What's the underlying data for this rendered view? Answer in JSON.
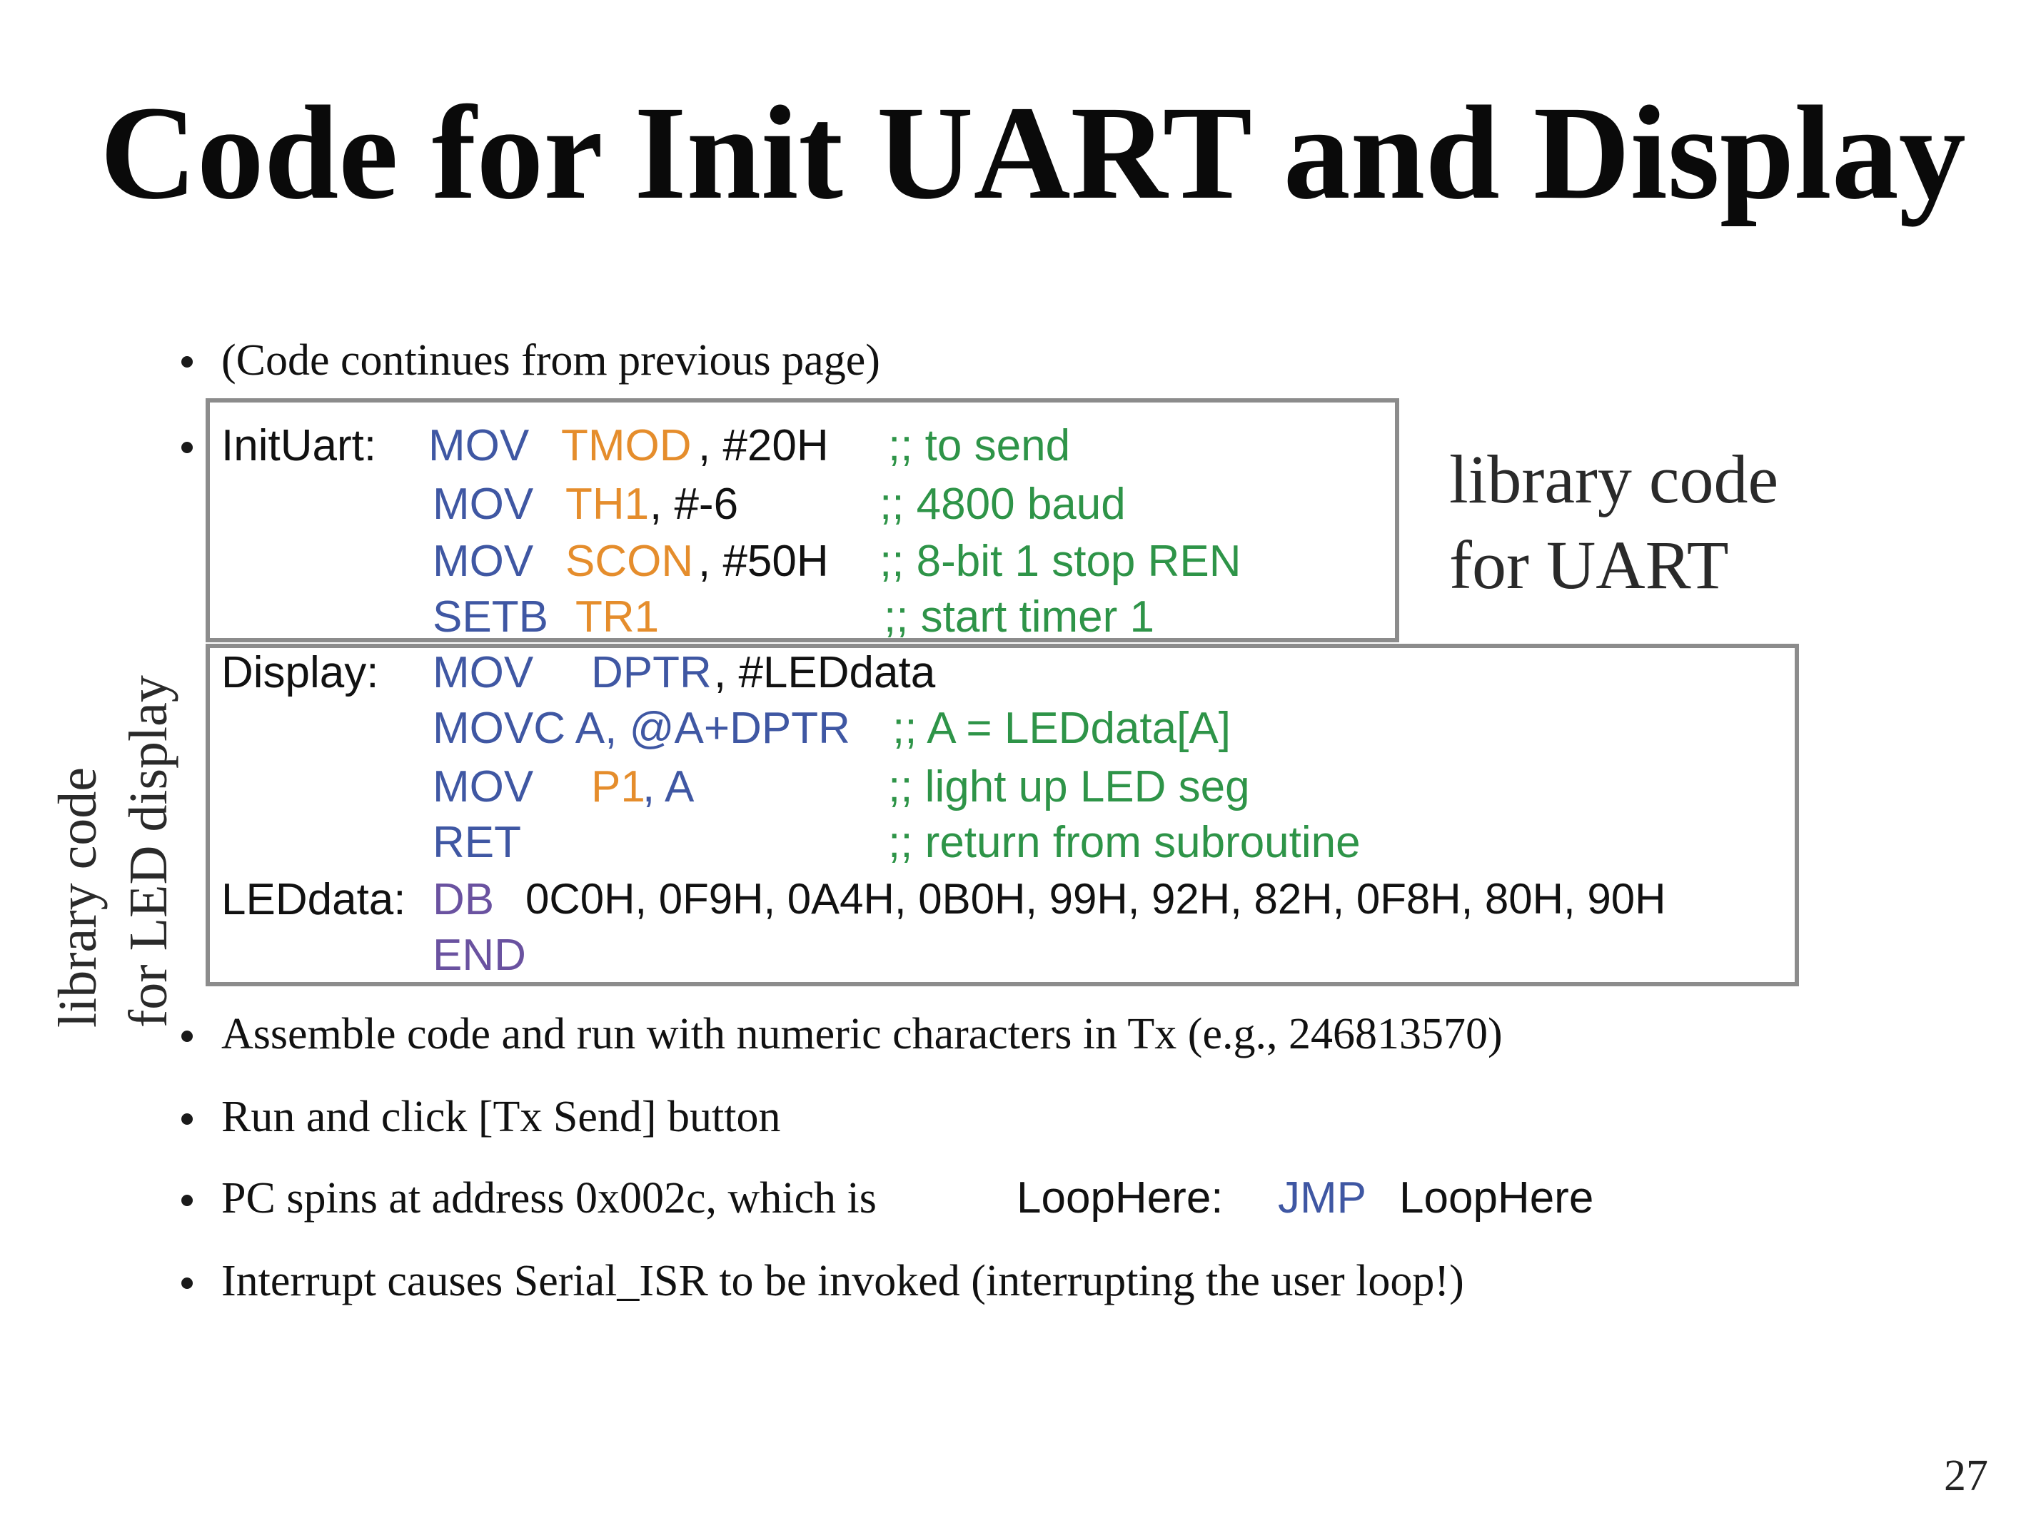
{
  "title": "Code for Init UART and Display",
  "bullets": {
    "b1": "(Code continues from previous page)",
    "b3": "Assemble code and run with numeric characters in Tx (e.g., 246813570)",
    "b4": "Run and click [Tx Send] button",
    "b5_prefix": "PC spins at address 0x002c, which is",
    "b5_label": "LoopHere:",
    "b5_op": "JMP",
    "b5_arg": "LoopHere",
    "b6": "Interrupt causes Serial_ISR to be invoked (interrupting the user loop!)"
  },
  "uart": {
    "label": "InitUart:",
    "l1": {
      "op": "MOV",
      "reg": "TMOD",
      "arg": ", #20H",
      "cmt": ";; to send"
    },
    "l2": {
      "op": "MOV",
      "reg": "TH1",
      "arg": ", #-6",
      "cmt": ";; 4800 baud"
    },
    "l3": {
      "op": "MOV",
      "reg": "SCON",
      "arg": ", #50H",
      "cmt": ";; 8-bit 1 stop REN"
    },
    "l4": {
      "op": "SETB",
      "reg": "TR1",
      "cmt": ";; start timer 1"
    }
  },
  "display": {
    "label": "Display:",
    "l1": {
      "op": "MOV",
      "reg": "DPTR",
      "arg": ", #LEDdata"
    },
    "l2": {
      "op": "MOVC A, @A+DPTR",
      "cmt": ";; A = LEDdata[A]"
    },
    "l3": {
      "op": "MOV",
      "reg": "P1",
      "arg2": ", A",
      "cmt": ";; light up LED seg"
    },
    "l4": {
      "op": "RET",
      "cmt": ";; return from subroutine"
    },
    "led_label": "LEDdata:",
    "led_dir": "DB",
    "led_vals": "0C0H, 0F9H, 0A4H, 0B0H, 99H, 92H, 82H, 0F8H, 80H, 90H",
    "end": "END"
  },
  "labels": {
    "uart_1": "library code",
    "uart_2": "for UART",
    "led_1": "library code",
    "led_2": "for LED display"
  },
  "page_number": "27"
}
